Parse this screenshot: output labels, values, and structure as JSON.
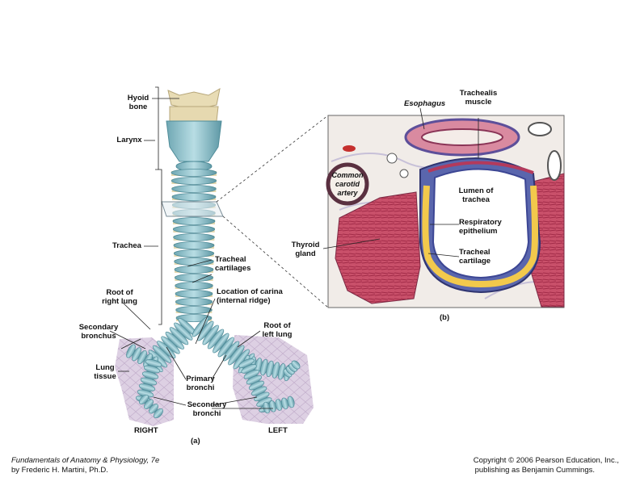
{
  "panel_a": {
    "caption": "(a)",
    "labels": {
      "hyoid_bone": "Hyoid\nbone",
      "larynx": "Larynx",
      "trachea": "Trachea",
      "tracheal_cartilages": "Tracheal\ncartilages",
      "root_right_lung": "Root of\nright lung",
      "location_carina": "Location of carina\n(internal ridge)",
      "secondary_bronchus": "Secondary\nbronchus",
      "root_left_lung": "Root of\nleft lung",
      "lung_tissue": "Lung\ntissue",
      "primary_bronchi": "Primary\nbronchi",
      "secondary_bronchi": "Secondary\nbronchi",
      "right": "RIGHT",
      "left": "LEFT"
    }
  },
  "panel_b": {
    "caption": "(b)",
    "labels": {
      "esophagus": "Esophagus",
      "trachealis_muscle": "Trachealis\nmuscle",
      "common_carotid_artery": "Common\ncarotid\nartery",
      "lumen_of_trachea": "Lumen of\ntrachea",
      "respiratory_epithelium": "Respiratory\nepithelium",
      "thyroid_gland": "Thyroid\ngland",
      "tracheal_cartilage": "Tracheal\ncartilage"
    }
  },
  "footer": {
    "book_title": "Fundamentals of Anatomy & Physiology, 7e",
    "author": "by Frederic H. Martini, Ph.D.",
    "copyright": "Copyright © 2006 Pearson Education, Inc.,",
    "publisher": "publishing as Benjamin Cummings."
  },
  "colors": {
    "cartilage": "#8fbfc8",
    "cartilage_dark": "#4f8c99",
    "ligament": "#e6d9b0",
    "hyoid": "#e8dcb5",
    "lung": "#d9c8e0",
    "micro_bg": "#f1ece8",
    "muscle": "#c23a5a",
    "tissue_blue": "#4f5da8",
    "cartilage_yellow": "#f2c94c"
  }
}
